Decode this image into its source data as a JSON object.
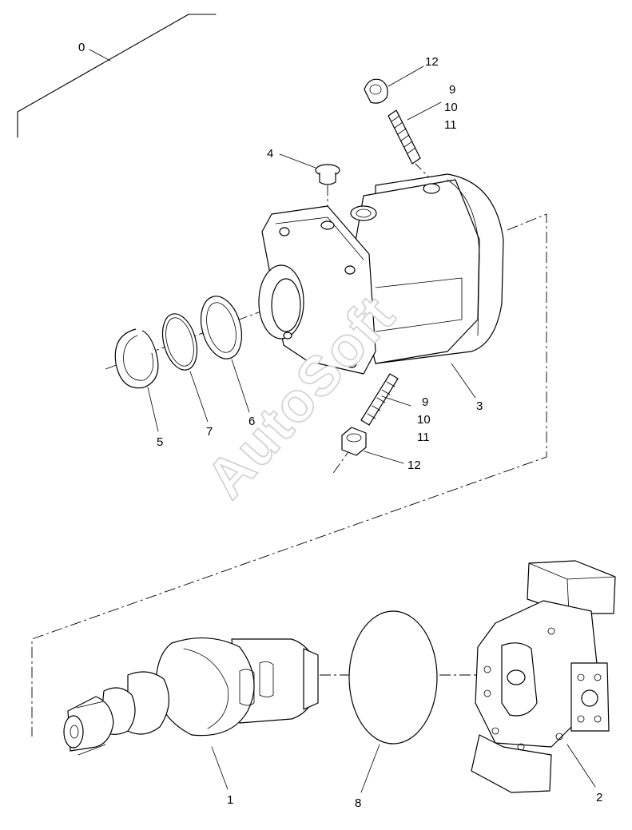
{
  "watermark": "AutoSoft",
  "callouts": {
    "c0": "0",
    "c1": "1",
    "c2": "2",
    "c3": "3",
    "c4": "4",
    "c5": "5",
    "c6": "6",
    "c7": "7",
    "c8": "8",
    "c9a": "9",
    "c10a": "10",
    "c11a": "11",
    "c12a": "12",
    "c9b": "9",
    "c10b": "10",
    "c11b": "11",
    "c12b": "12"
  }
}
